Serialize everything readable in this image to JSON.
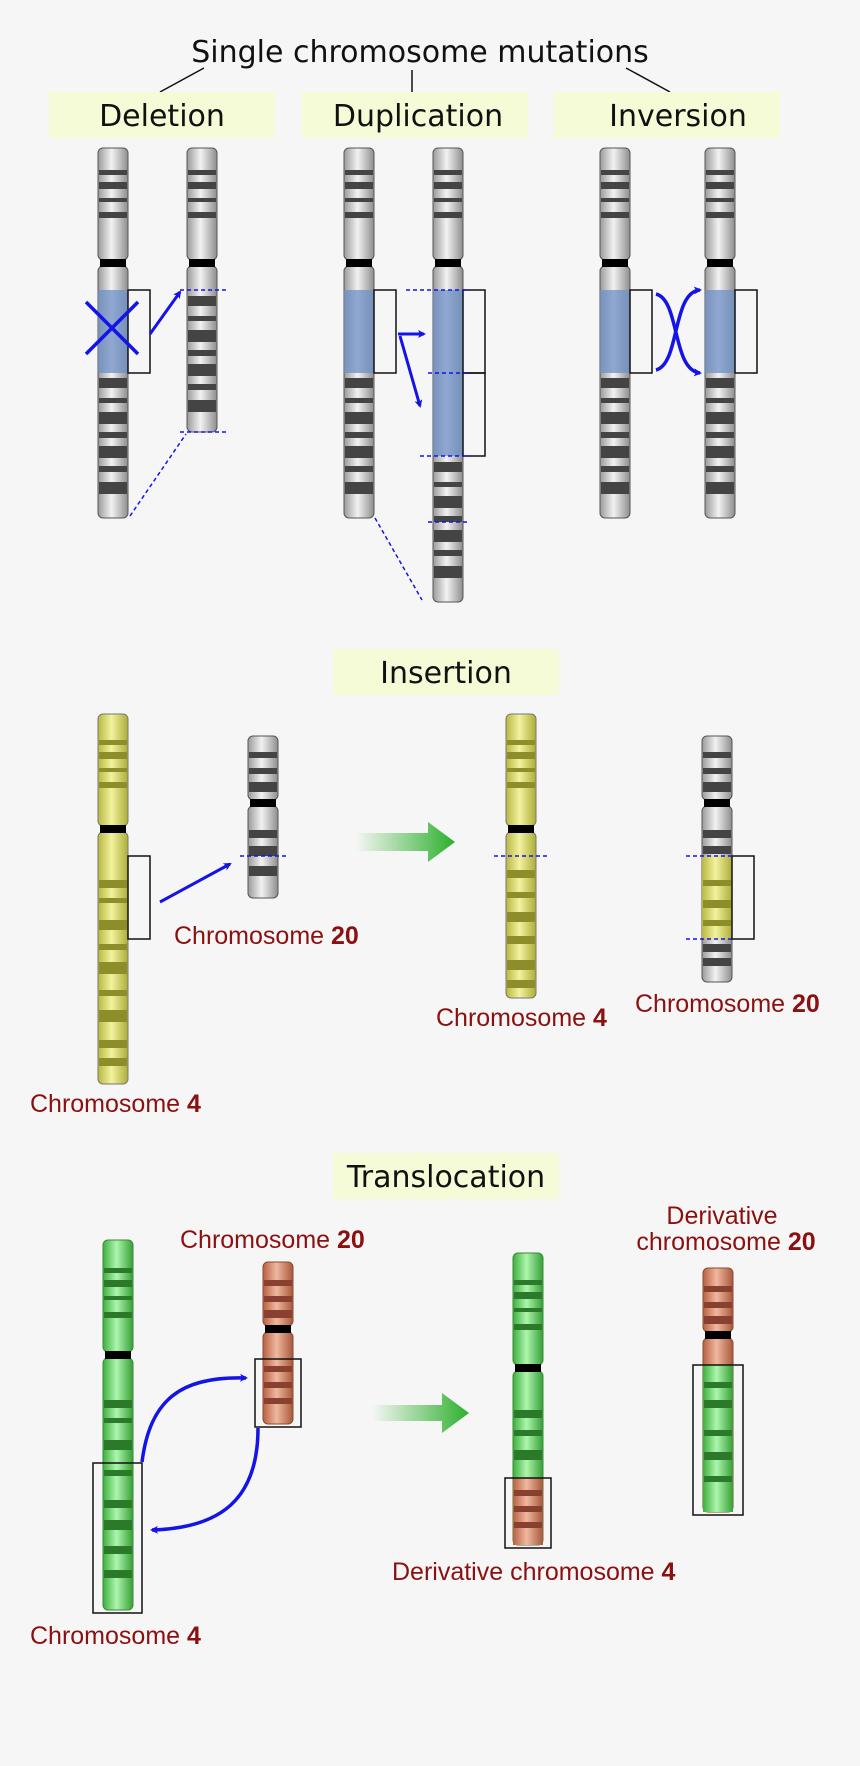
{
  "title": "Single chromosome mutations",
  "sections": {
    "deletion": "Deletion",
    "duplication": "Duplication",
    "inversion": "Inversion",
    "insertion": "Insertion",
    "translocation": "Translocation"
  },
  "labels": {
    "ins_chr4": {
      "prefix": "Chromosome ",
      "num": "4"
    },
    "ins_chr20": {
      "prefix": "Chromosome ",
      "num": "20"
    },
    "ins_res_chr4": {
      "prefix": "Chromosome ",
      "num": "4"
    },
    "ins_res_chr20": {
      "prefix": "Chromosome ",
      "num": "20"
    },
    "tr_chr20": {
      "prefix": "Chromosome ",
      "num": "20"
    },
    "tr_chr4": {
      "prefix": "Chromosome ",
      "num": "4"
    },
    "tr_der4": {
      "prefix": "Derivative chromosome ",
      "num": "4"
    },
    "tr_der20_line1": "Derivative",
    "tr_der20_line2": {
      "prefix": "chromosome ",
      "num": "20"
    }
  },
  "colors": {
    "background": "#f6f6f6",
    "header_box": "#f6fbd7",
    "highlight_blue": "#6d8fc7",
    "arrow_blue": "#1414e6",
    "label_red": "#8b1010",
    "chromosome_gray": "#bdbdbd",
    "chromosome_yellow": "#d8d86a",
    "chromosome_green": "#6fd86f",
    "chromosome_orange": "#d98a6a",
    "result_arrow_green": "#2db02d"
  }
}
